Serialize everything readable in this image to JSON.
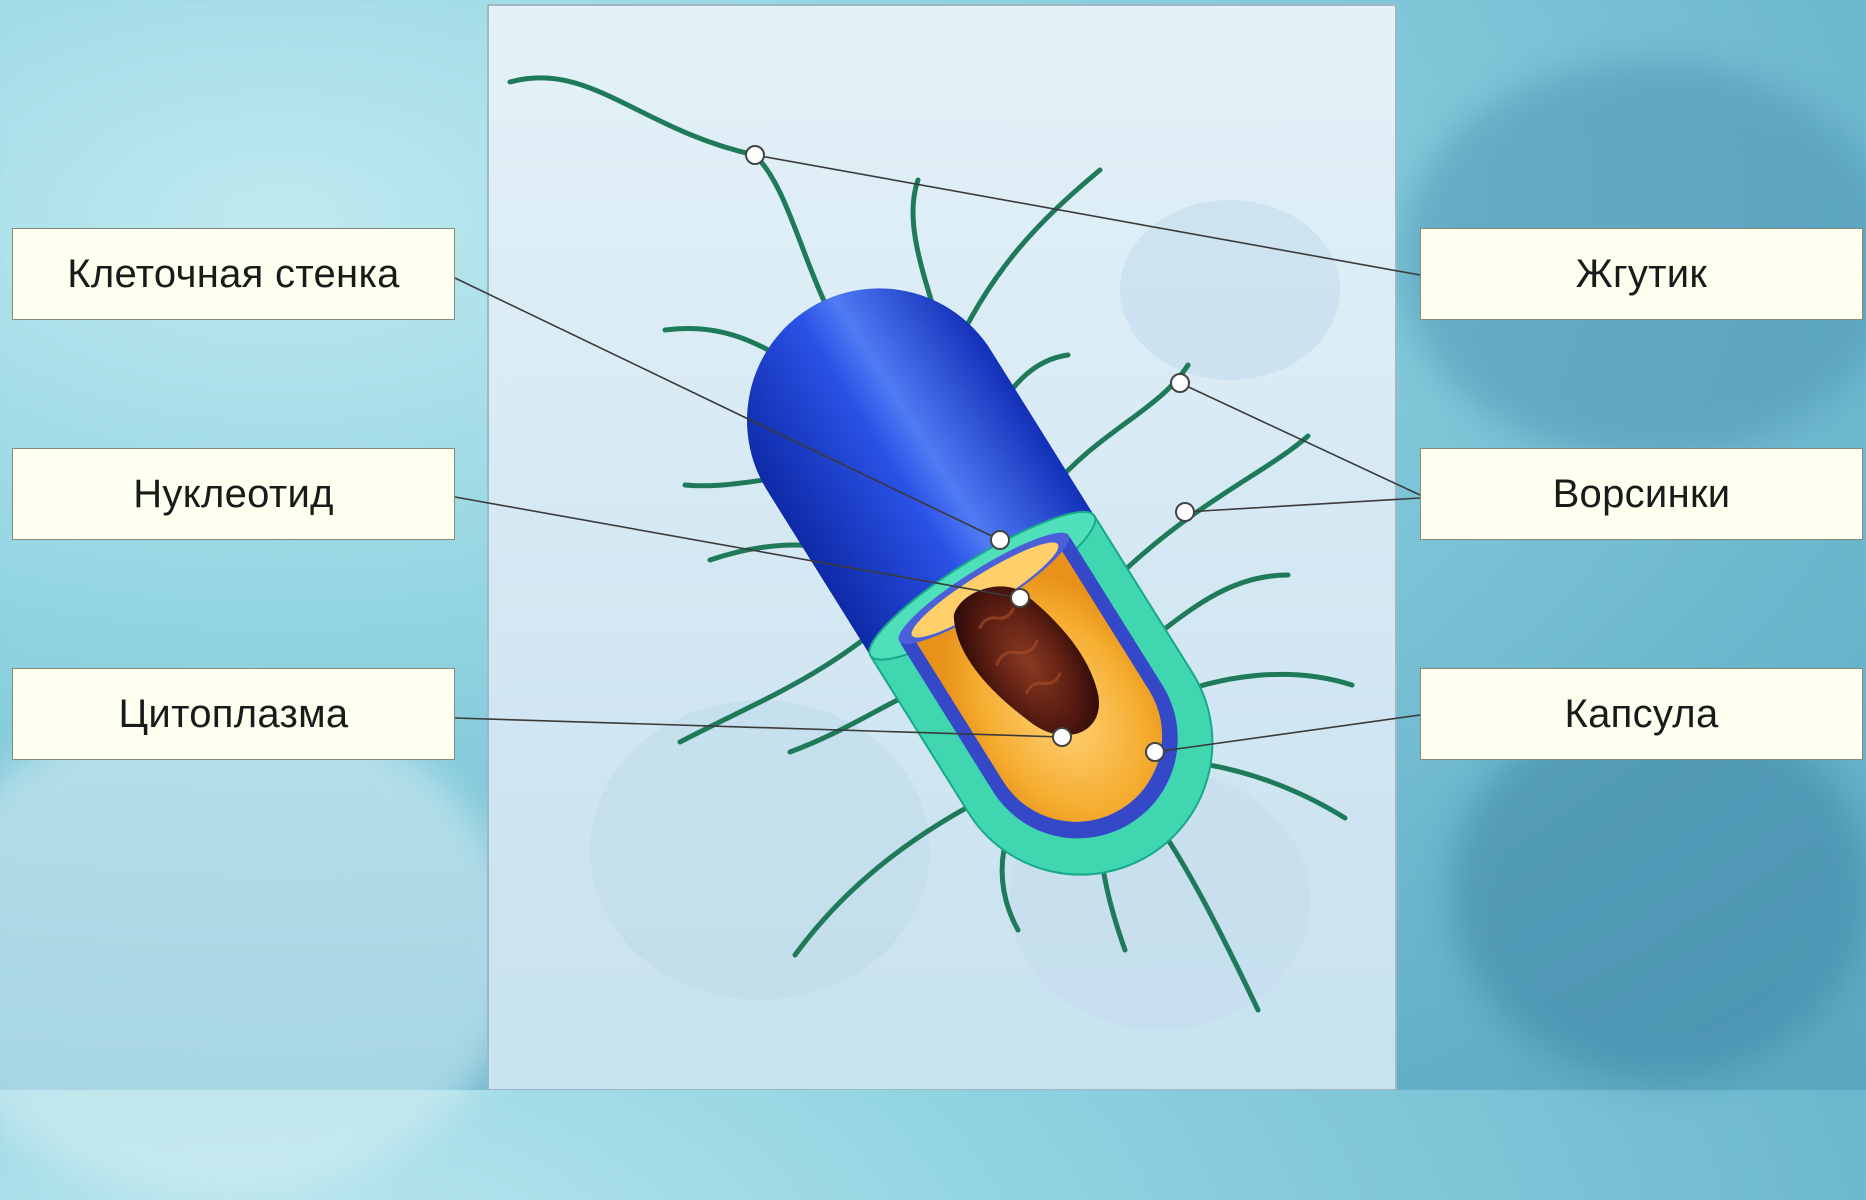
{
  "labels": {
    "cell_wall": "Клеточная стенка",
    "nucleotide": "Нуклеотид",
    "cytoplasm": "Цитоплазма",
    "flagellum": "Жгутик",
    "pili": "Ворсинки",
    "capsule": "Капсула"
  },
  "colors": {
    "cell_wall_blue": "#1a3fd0",
    "capsule_green": "#3fd6b0",
    "membrane_blue": "#3548c8",
    "cytoplasm_orange": "#f0a830",
    "nucleoid_dark": "#4a1810",
    "flagella_green": "#1f7a5a",
    "label_bg": "#fffff0"
  }
}
